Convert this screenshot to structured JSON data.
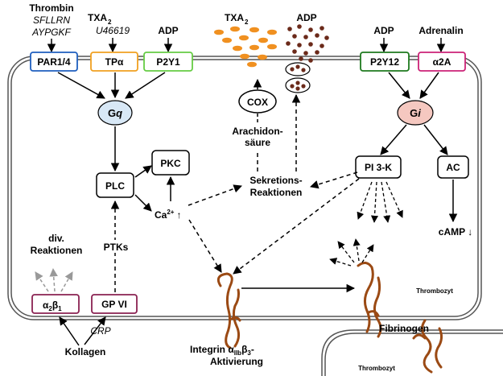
{
  "agonists": {
    "thrombin": "Thrombin",
    "sfllrn": "SFLLRN",
    "aypgkf": "AYPGKF",
    "txa2": "TXA",
    "txa2_sub": "2",
    "u46619": "U46619",
    "adp_left": "ADP",
    "adp_right": "ADP",
    "adrenalin": "Adrenalin"
  },
  "release": {
    "txa2": "TXA",
    "txa2_sub": "2",
    "adp": "ADP"
  },
  "receptors": {
    "par": "PAR1/4",
    "tp": "TPα",
    "p2y1": "P2Y1",
    "p2y12": "P2Y12",
    "a2a": "α2A",
    "a2b1_main": "α",
    "a2b1_s1": "2",
    "a2b1_beta": "β",
    "a2b1_s2": "1",
    "gpvi": "GP VI"
  },
  "nodes": {
    "gq_g": "G",
    "gq_q": "q",
    "gi_g": "G",
    "gi_i": "i",
    "plc": "PLC",
    "pkc": "PKC",
    "ca": "Ca",
    "ca_sup": "2+",
    "ca_arrow": "↑",
    "cox": "COX",
    "arachidon1": "Arachidon-",
    "arachidon2": "säure",
    "sekretion1": "Sekretions-",
    "sekretion2": "Reaktionen",
    "pi3k": "PI 3-K",
    "ac": "AC",
    "camp": "cAMP ↓",
    "ptks": "PTKs",
    "div1": "div.",
    "div2": "Reaktionen",
    "crp": "CRP",
    "kollagen": "Kollagen",
    "integrin1_a": "Integrin α",
    "integrin1_sub": "IIb",
    "integrin1_b": "β",
    "integrin1_sub2": "3",
    "integrin1_dash": "-",
    "integrin2": "Aktivierung",
    "fibrinogen": "Fibrinogen",
    "thrombozyt1": "Thrombozyt",
    "thrombozyt2": "Thrombozyt"
  },
  "colors": {
    "par": "#1f5fbf",
    "tp": "#f0a020",
    "p2y1": "#66cc44",
    "p2y12": "#1f7a1f",
    "a2a": "#cc2277",
    "a2b1": "#8a2252",
    "gpvi": "#8a2252",
    "gq_fill": "#d8e8f6",
    "gi_fill": "#f5c8c0",
    "txa2_dots": "#f09020",
    "adp_dots": "#6b2a1a",
    "integrin": "#9b4a14"
  }
}
